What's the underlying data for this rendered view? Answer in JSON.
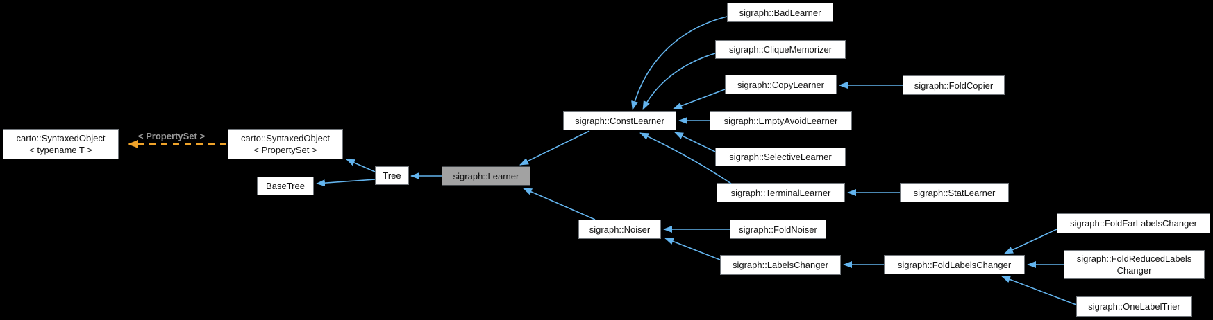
{
  "diagram": {
    "type": "class-inheritance-graph",
    "background_color": "#000000",
    "colors": {
      "node_fill": "#ffffff",
      "node_border": "#71767b",
      "node_text": "#111111",
      "highlighted_node_fill": "#a2a2a2",
      "highlighted_node_border": "#3f4347",
      "inheritance_arrow": "#63b4ee",
      "template_arrow": "#efa32a",
      "template_label_text": "#9b9b9b"
    },
    "nodes": [
      {
        "id": "syntaxed-object-t",
        "label": "carto::SyntaxedObject\n< typename T >",
        "highlighted": false
      },
      {
        "id": "syntaxed-object-propertyset",
        "label": "carto::SyntaxedObject\n< PropertySet >",
        "highlighted": false
      },
      {
        "id": "basetree",
        "label": "BaseTree",
        "highlighted": false
      },
      {
        "id": "tree",
        "label": "Tree",
        "highlighted": false
      },
      {
        "id": "learner",
        "label": "sigraph::Learner",
        "highlighted": true
      },
      {
        "id": "const-learner",
        "label": "sigraph::ConstLearner",
        "highlighted": false
      },
      {
        "id": "bad-learner",
        "label": "sigraph::BadLearner",
        "highlighted": false
      },
      {
        "id": "clique-memorizer",
        "label": "sigraph::CliqueMemorizer",
        "highlighted": false
      },
      {
        "id": "copy-learner",
        "label": "sigraph::CopyLearner",
        "highlighted": false
      },
      {
        "id": "fold-copier",
        "label": "sigraph::FoldCopier",
        "highlighted": false
      },
      {
        "id": "empty-avoid-learner",
        "label": "sigraph::EmptyAvoidLearner",
        "highlighted": false
      },
      {
        "id": "selective-learner",
        "label": "sigraph::SelectiveLearner",
        "highlighted": false
      },
      {
        "id": "terminal-learner",
        "label": "sigraph::TerminalLearner",
        "highlighted": false
      },
      {
        "id": "stat-learner",
        "label": "sigraph::StatLearner",
        "highlighted": false
      },
      {
        "id": "noiser",
        "label": "sigraph::Noiser",
        "highlighted": false
      },
      {
        "id": "fold-noiser",
        "label": "sigraph::FoldNoiser",
        "highlighted": false
      },
      {
        "id": "labels-changer",
        "label": "sigraph::LabelsChanger",
        "highlighted": false
      },
      {
        "id": "fold-labels-changer",
        "label": "sigraph::FoldLabelsChanger",
        "highlighted": false
      },
      {
        "id": "fold-far-labels-changer",
        "label": "sigraph::FoldFarLabelsChanger",
        "highlighted": false
      },
      {
        "id": "fold-reduced-labels-changer",
        "label": "sigraph::FoldReducedLabels\nChanger",
        "highlighted": false
      },
      {
        "id": "one-label-trier",
        "label": "sigraph::OneLabelTrier",
        "highlighted": false
      }
    ],
    "template_edge": {
      "from": "syntaxed-object-propertyset",
      "to": "syntaxed-object-t",
      "label": "< PropertySet >",
      "style": "dashed-orange"
    },
    "edges": [
      {
        "from": "tree",
        "to": "syntaxed-object-propertyset",
        "style": "solid-blue"
      },
      {
        "from": "tree",
        "to": "basetree",
        "style": "solid-blue"
      },
      {
        "from": "learner",
        "to": "tree",
        "style": "solid-blue"
      },
      {
        "from": "const-learner",
        "to": "learner",
        "style": "solid-blue"
      },
      {
        "from": "noiser",
        "to": "learner",
        "style": "solid-blue"
      },
      {
        "from": "bad-learner",
        "to": "const-learner",
        "style": "solid-blue"
      },
      {
        "from": "clique-memorizer",
        "to": "const-learner",
        "style": "solid-blue"
      },
      {
        "from": "copy-learner",
        "to": "const-learner",
        "style": "solid-blue"
      },
      {
        "from": "empty-avoid-learner",
        "to": "const-learner",
        "style": "solid-blue"
      },
      {
        "from": "selective-learner",
        "to": "const-learner",
        "style": "solid-blue"
      },
      {
        "from": "terminal-learner",
        "to": "const-learner",
        "style": "solid-blue"
      },
      {
        "from": "fold-copier",
        "to": "copy-learner",
        "style": "solid-blue"
      },
      {
        "from": "stat-learner",
        "to": "terminal-learner",
        "style": "solid-blue"
      },
      {
        "from": "fold-noiser",
        "to": "noiser",
        "style": "solid-blue"
      },
      {
        "from": "labels-changer",
        "to": "noiser",
        "style": "solid-blue"
      },
      {
        "from": "fold-labels-changer",
        "to": "labels-changer",
        "style": "solid-blue"
      },
      {
        "from": "fold-far-labels-changer",
        "to": "fold-labels-changer",
        "style": "solid-blue"
      },
      {
        "from": "fold-reduced-labels-changer",
        "to": "fold-labels-changer",
        "style": "solid-blue"
      },
      {
        "from": "one-label-trier",
        "to": "fold-labels-changer",
        "style": "solid-blue"
      }
    ]
  }
}
